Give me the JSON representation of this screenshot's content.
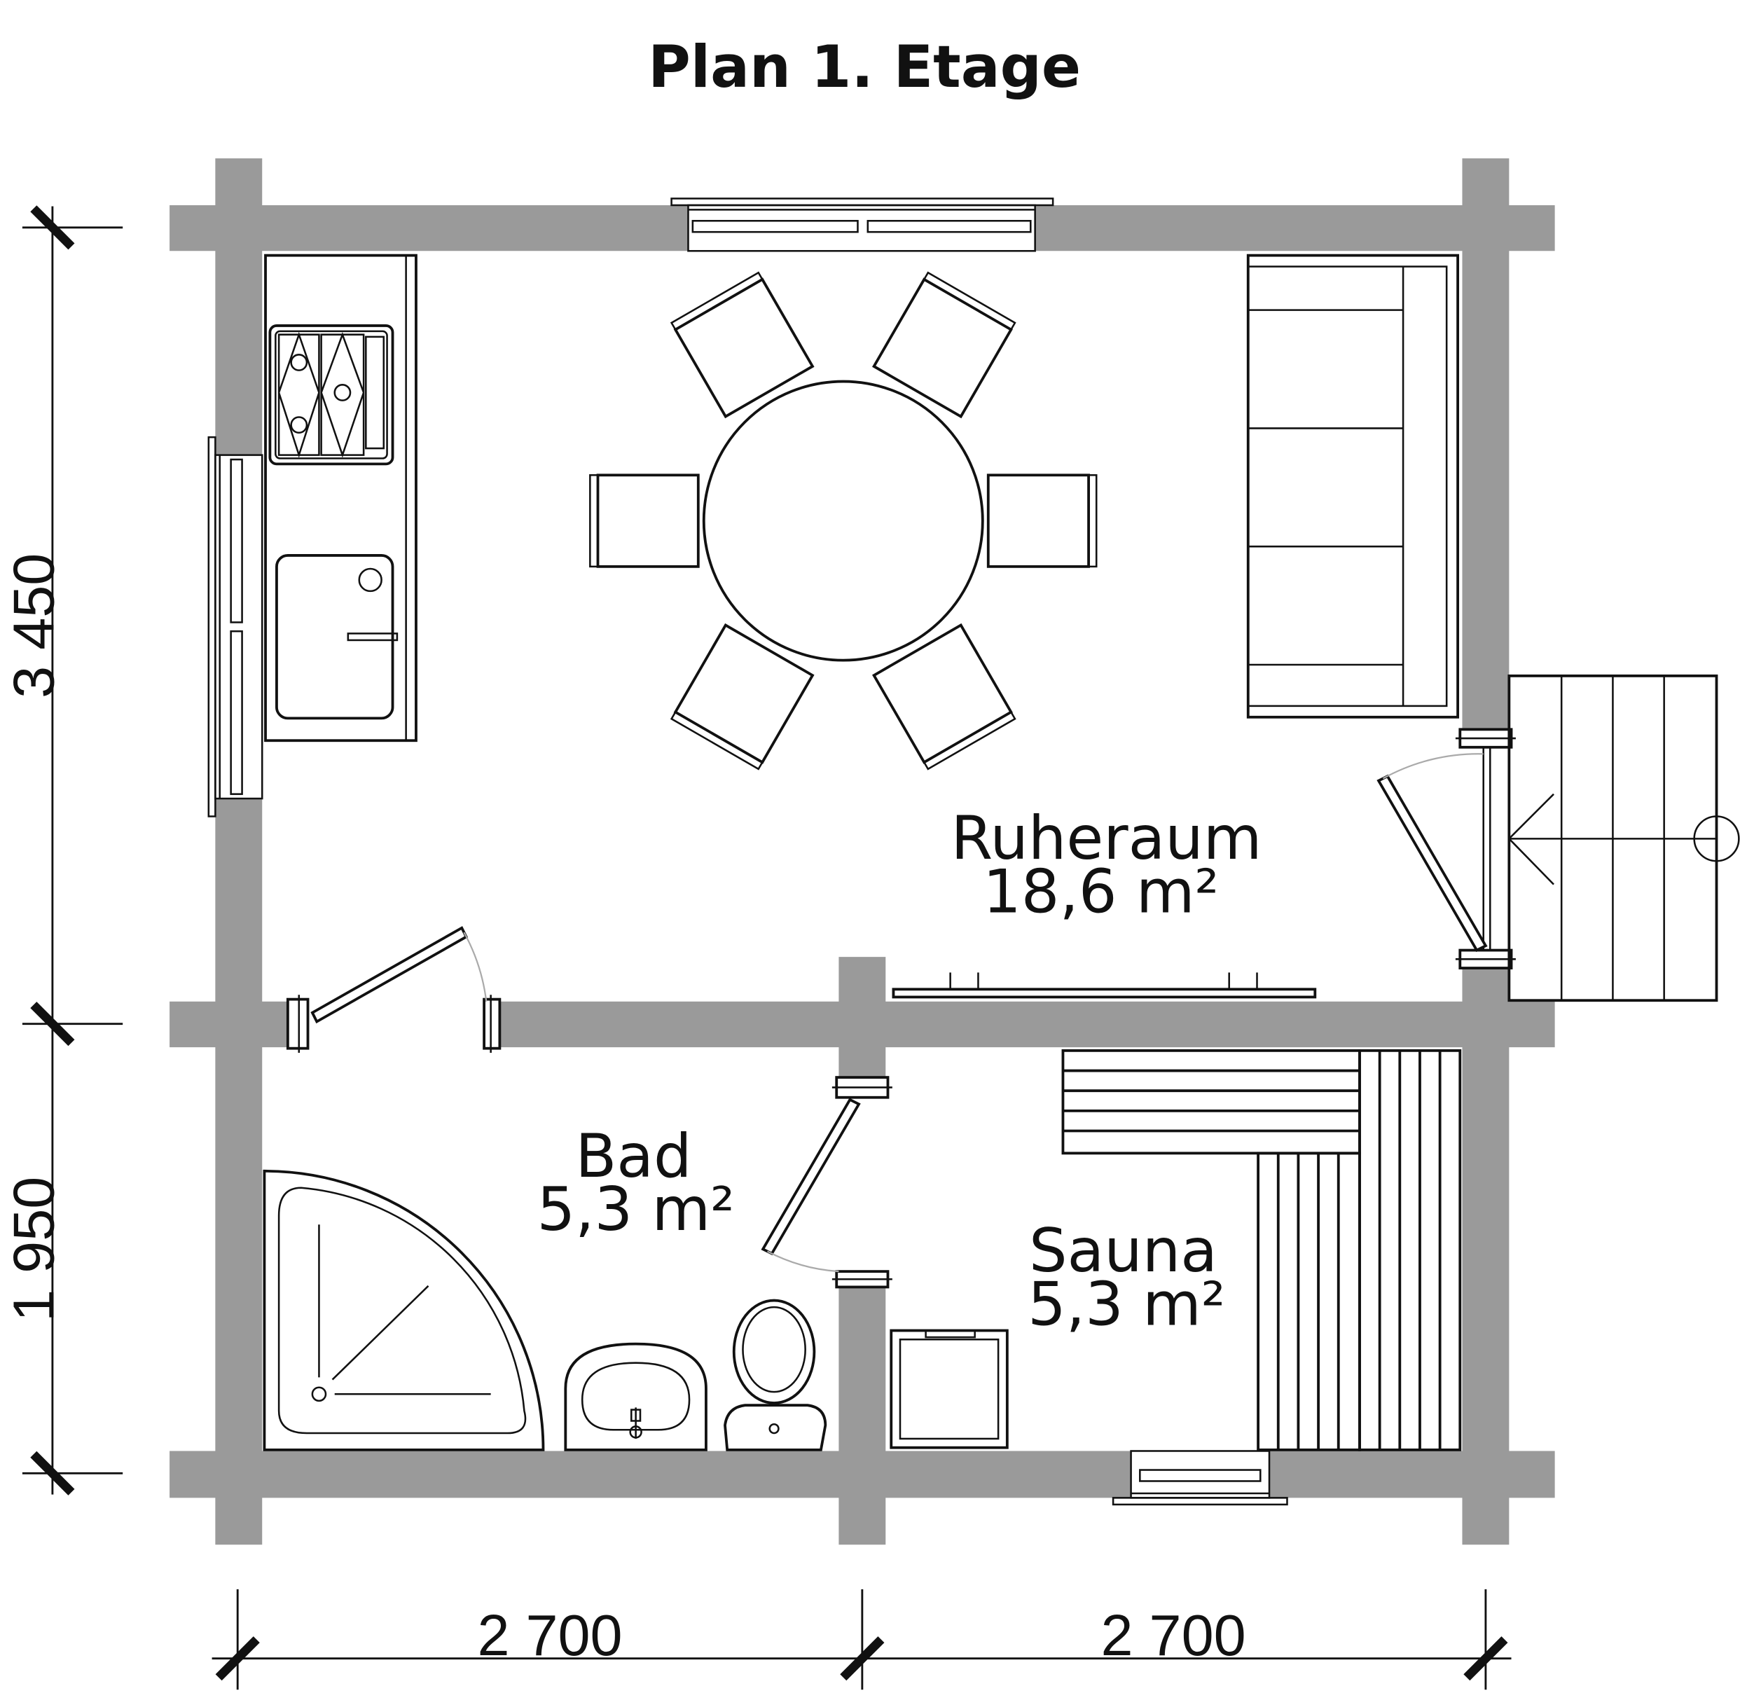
{
  "title": "Plan 1. Etage",
  "rooms": [
    {
      "name": "Ruheraum",
      "area": "18,6 m²"
    },
    {
      "name": "Bad",
      "area": "5,3 m²"
    },
    {
      "name": "Sauna",
      "area": "5,3 m²"
    }
  ],
  "dimensions": {
    "vertical": [
      "3 450",
      "1 950"
    ],
    "horizontal": [
      "2 700",
      "2 700"
    ]
  },
  "colors": {
    "wall": "#9a9a9a",
    "line": "#111111",
    "background": "#ffffff"
  }
}
